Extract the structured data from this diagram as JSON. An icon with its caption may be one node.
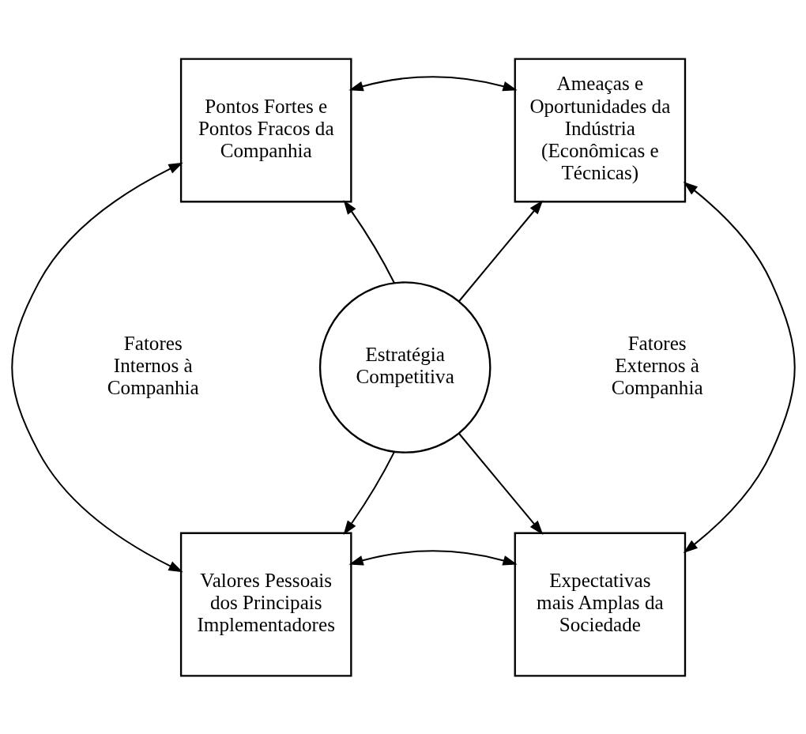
{
  "diagram": {
    "nodes": [
      {
        "text": [
          "Pontos Fortes e Pontos Fracos da Companhia"
        ]
      },
      {
        "text": [
          "Ameaças e Oportunidades da Indústria (Econômicas e Técnicas)"
        ]
      },
      {
        "text": [
          "Estratégia Competitiva"
        ]
      },
      {
        "text": [
          "Valores Pessoais dos Principais Implementadores"
        ]
      },
      {
        "text": [
          "Expectativas mais Amplas da Sociedade"
        ]
      }
    ],
    "edges": [
      {
        "from": 0,
        "to": 1,
        "arrow": "both"
      },
      {
        "from": 0,
        "to": 3,
        "arrow": "both"
      },
      {
        "from": 1,
        "to": 4,
        "arrow": "both"
      },
      {
        "from": 3,
        "to": 4,
        "arrow": "both"
      },
      {
        "from": 2,
        "to": 0,
        "arrow": "to"
      },
      {
        "from": 2,
        "to": 1,
        "arrow": "to"
      },
      {
        "from": 2,
        "to": 3,
        "arrow": "to"
      },
      {
        "from": 2,
        "to": 4,
        "arrow": "to"
      }
    ],
    "labels": [
      "Fatores Internos à Companhia",
      "Fatores Externos à Companhia"
    ]
  }
}
